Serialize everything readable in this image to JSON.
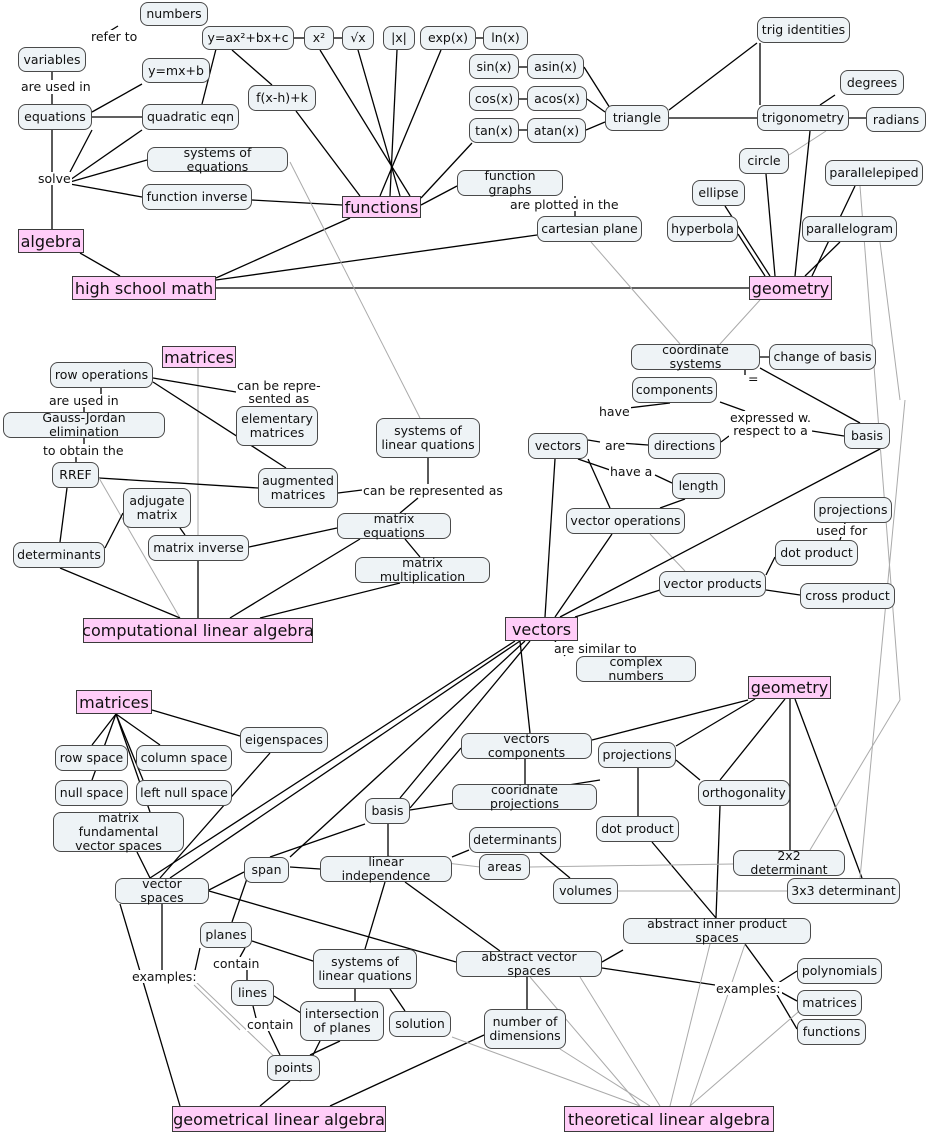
{
  "hubs": {
    "algebra": "algebra",
    "high_school_math": "high school math",
    "functions": "functions",
    "geometry_top": "geometry",
    "matrices_top": "matrices",
    "computational_la": "computational linear algebra",
    "vectors": "vectors",
    "geometry_bottom": "geometry",
    "matrices_bottom": "matrices",
    "geometrical_la": "geometrical linear algebra",
    "theoretical_la": "theoretical linear algebra"
  },
  "nodes": {
    "numbers": "numbers",
    "variables": "variables",
    "equations": "equations",
    "quadratic_form": "y=ax²+bx+c",
    "x_squared": "x²",
    "sqrt_x": "√x",
    "abs_x": "|x|",
    "exp_x": "exp(x)",
    "ln_x": "ln(x)",
    "linear_form": "y=mx+b",
    "vertex_form": "f(x-h)+k",
    "quadratic_eqn": "quadratic eqn",
    "systems_of_equations": "systems of equations",
    "function_inverse": "function inverse",
    "sin_x": "sin(x)",
    "asin_x": "asin(x)",
    "cos_x": "cos(x)",
    "acos_x": "acos(x)",
    "tan_x": "tan(x)",
    "atan_x": "atan(x)",
    "triangle": "triangle",
    "trig_identities": "trig identities",
    "trigonometry": "trigonometry",
    "degrees": "degrees",
    "radians": "radians",
    "circle": "circle",
    "parallelepiped": "parallelepiped",
    "ellipse": "ellipse",
    "hyperbola": "hyperbola",
    "parallelogram": "parallelogram",
    "function_graphs": "function graphs",
    "cartesian_plane": "cartesian plane",
    "row_operations": "row operations",
    "gauss_jordan": "Gauss-Jordan elimination",
    "rref": "RREF",
    "elementary_matrices": "elementary\nmatrices",
    "systems_of_linear_quations_top": "systems of\nlinear quations",
    "augmented_matrices": "augmented\nmatrices",
    "adjugate_matrix": "adjugate\nmatrix",
    "determinants_left": "determinants",
    "matrix_inverse": "matrix inverse",
    "matrix_equations": "matrix equations",
    "matrix_multiplication": "matrix multiplication",
    "coordinate_systems": "coordinate systems",
    "change_of_basis": "change of basis",
    "components": "components",
    "basis_right": "basis",
    "vectors_node": "vectors",
    "directions": "directions",
    "length": "length",
    "vector_operations": "vector operations",
    "projections_top": "projections",
    "dot_product_top": "dot product",
    "vector_products": "vector products",
    "cross_product": "cross product",
    "complex_numbers": "complex numbers",
    "row_space": "row space",
    "column_space": "column space",
    "null_space": "null space",
    "left_null_space": "left null space",
    "matrix_fundamental": "matrix fundamental\nvector spaces",
    "eigenspaces": "eigenspaces",
    "vectors_components": "vectors components",
    "projections_bottom": "projections",
    "cooridnate_projections": "cooridnate projections",
    "orthogonality": "orthogonality",
    "basis_bottom": "basis",
    "dot_product_bottom": "dot product",
    "determinants_bottom": "determinants",
    "areas": "areas",
    "volumes": "volumes",
    "det_2x2": "2x2 determinant",
    "det_3x3": "3x3 determinant",
    "span": "span",
    "linear_independence": "linear independence",
    "vector_spaces": "vector spaces",
    "planes": "planes",
    "lines": "lines",
    "systems_of_linear_quations_bottom": "systems of\nlinear quations",
    "intersection_of_planes": "intersection\nof planes",
    "solution": "solution",
    "points": "points",
    "abstract_vector_spaces": "abstract vector spaces",
    "abstract_inner_product_spaces": "abstract inner product spaces",
    "number_of_dimensions": "number of\ndimensions",
    "polynomials": "polynomials",
    "matrices_example": "matrices",
    "functions_example": "functions"
  },
  "labels": {
    "refer_to": "refer to",
    "are_used_in_top": "are used in",
    "solve": "solve",
    "are_plotted": "are plotted in the",
    "are_used_in_left": "are used in",
    "to_obtain_the": "to obtain the",
    "can_be_represented_elem": "can be repre-\nsented as",
    "can_be_represented_as": "can be represented as",
    "equals_sign": "=",
    "have": "have",
    "are": "are",
    "have_a": "have a",
    "expressed_wrt": "expressed w.\nrespect to a",
    "used_for": "used for",
    "are_similar_to": "are similar to",
    "examples_left": "examples:",
    "contain_1": "contain",
    "contain_2": "contain",
    "examples_right": "examples:"
  },
  "colors": {
    "hub_fill": "#ffcdf8",
    "node_fill": "#eef3f6",
    "edge_dark": "#000000",
    "edge_light": "#aaaaaa"
  }
}
